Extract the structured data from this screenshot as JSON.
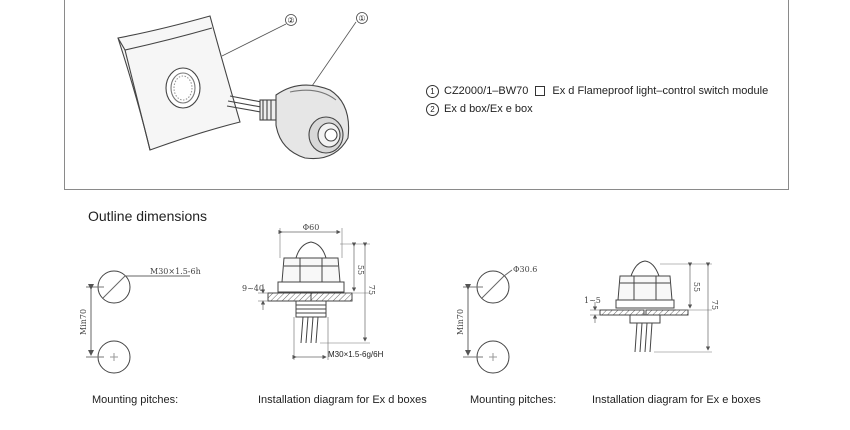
{
  "top": {
    "callout_1": "①",
    "callout_2": "②",
    "legend": [
      {
        "num": "1",
        "text_a": "CZ2000/1–BW70",
        "text_b": "Ex d Flameproof light–control switch module"
      },
      {
        "num": "2",
        "text_a": "Ex d  box/Ex e box",
        "text_b": ""
      }
    ]
  },
  "section_title": "Outline dimensions",
  "diagram1": {
    "thread": "M30×1.5-6h",
    "pitch": "Min70"
  },
  "diagram2": {
    "dia": "Φ60",
    "h1": "55",
    "h2": "75",
    "wall": "9~40",
    "thread": "M30×1.5-6g/6H"
  },
  "diagram3": {
    "dia": "Φ30.6",
    "pitch": "Min70"
  },
  "diagram4": {
    "wall": "1~5",
    "h1": "55",
    "h2": "75"
  },
  "captions": {
    "c1": "Mounting pitches:",
    "c2": "Installation diagram for Ex d boxes",
    "c3": "Mounting pitches:",
    "c4": "Installation diagram for Ex e boxes"
  }
}
